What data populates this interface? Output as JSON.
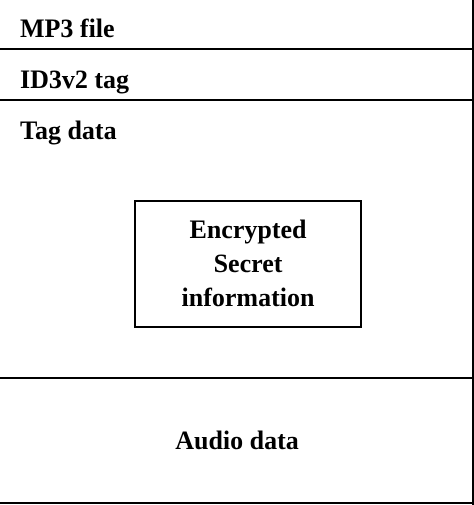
{
  "diagram": {
    "sections": {
      "mp3_file": "MP3 file",
      "id3v2_tag": "ID3v2 tag",
      "tag_data": "Tag data",
      "audio_data": "Audio data"
    },
    "encrypted_block": {
      "line1": "Encrypted",
      "line2": "Secret",
      "line3": "information"
    }
  }
}
